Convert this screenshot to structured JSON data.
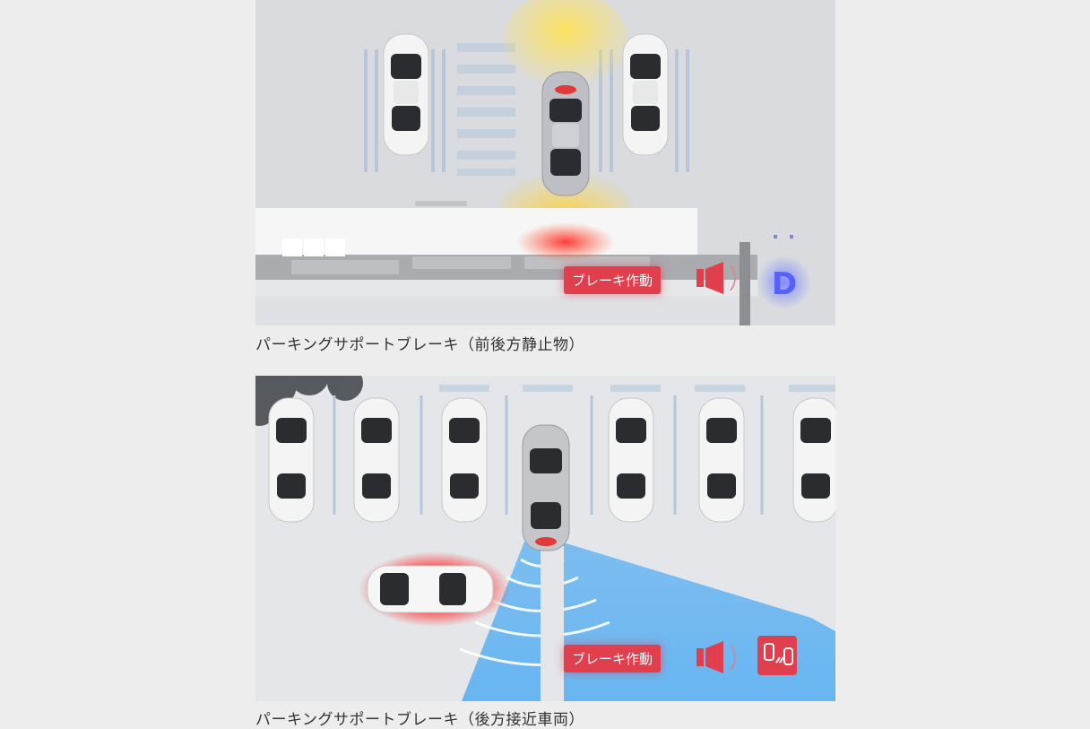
{
  "panels": [
    {
      "caption": "パーキングサポートブレーキ（前後方静止物）",
      "badge": "ブレーキ作動",
      "gear_indicator": "D",
      "colors": {
        "warning_red": "#e0404e",
        "sensor_yellow": "#ffd84a",
        "gear_blue": "#5560ff"
      }
    },
    {
      "caption": "パーキングサポートブレーキ（後方接近車両）",
      "badge": "ブレーキ作動",
      "colors": {
        "warning_red": "#e0404e",
        "sensor_blue": "#4aa8f0"
      }
    }
  ]
}
